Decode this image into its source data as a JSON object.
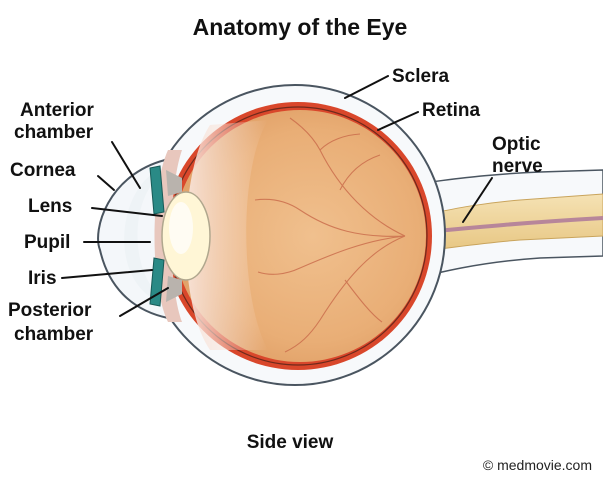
{
  "title": "Anatomy of the Eye",
  "view_caption": "Side view",
  "credit": "© medmovie.com",
  "labels": {
    "sclera": "Sclera",
    "retina": "Retina",
    "optic_nerve_line1": "Optic",
    "optic_nerve_line2": "nerve",
    "anterior_chamber_line1": "Anterior",
    "anterior_chamber_line2": "chamber",
    "cornea": "Cornea",
    "lens": "Lens",
    "pupil": "Pupil",
    "iris": "Iris",
    "posterior_chamber_line1": "Posterior",
    "posterior_chamber_line2": "chamber"
  },
  "colors": {
    "sclera": "#f7f9fb",
    "sclera_outline": "#4a5560",
    "retina": "#d9472b",
    "vitreous": "#e9b07a",
    "vitreous_highlight": "#f6d8c4",
    "iris": "#2a8a86",
    "lens": "#fff6d6",
    "optic_nerve": "#f2d9a0",
    "optic_vessel": "#b7869a",
    "blood_vessel": "#c96a4a"
  }
}
